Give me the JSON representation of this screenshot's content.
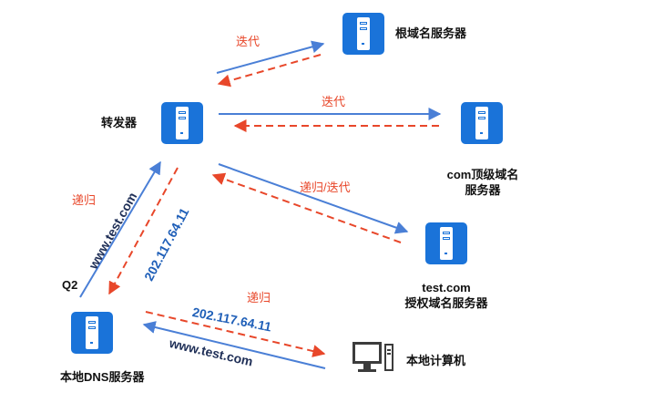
{
  "nodes": {
    "root_server": "根域名服务器",
    "forwarder": "转发器",
    "com_server": [
      "com顶级域名",
      "服务器"
    ],
    "auth_server": [
      "test.com",
      "授权域名服务器"
    ],
    "local_dns": "本地DNS服务器",
    "computer": "本地计算机"
  },
  "edge_labels": {
    "iterative_top": "迭代",
    "iterative_mid": "迭代",
    "recursive_iterative": "递归/迭代",
    "recursive_left": "递归",
    "recursive_bottom": "递归",
    "q2": "Q2",
    "query_up": "www.test.com",
    "answer_down": "202.117.64.11",
    "answer_bottom": "202.117.64.11",
    "query_bottom": "www.test.com"
  },
  "colors": {
    "server_blue": "#1a73d9",
    "request_arrow": "#4a7fd6",
    "response_arrow": "#e8472a",
    "label_red": "#e8472a"
  },
  "icons": {
    "server": "server-icon",
    "computer": "computer-icon"
  }
}
